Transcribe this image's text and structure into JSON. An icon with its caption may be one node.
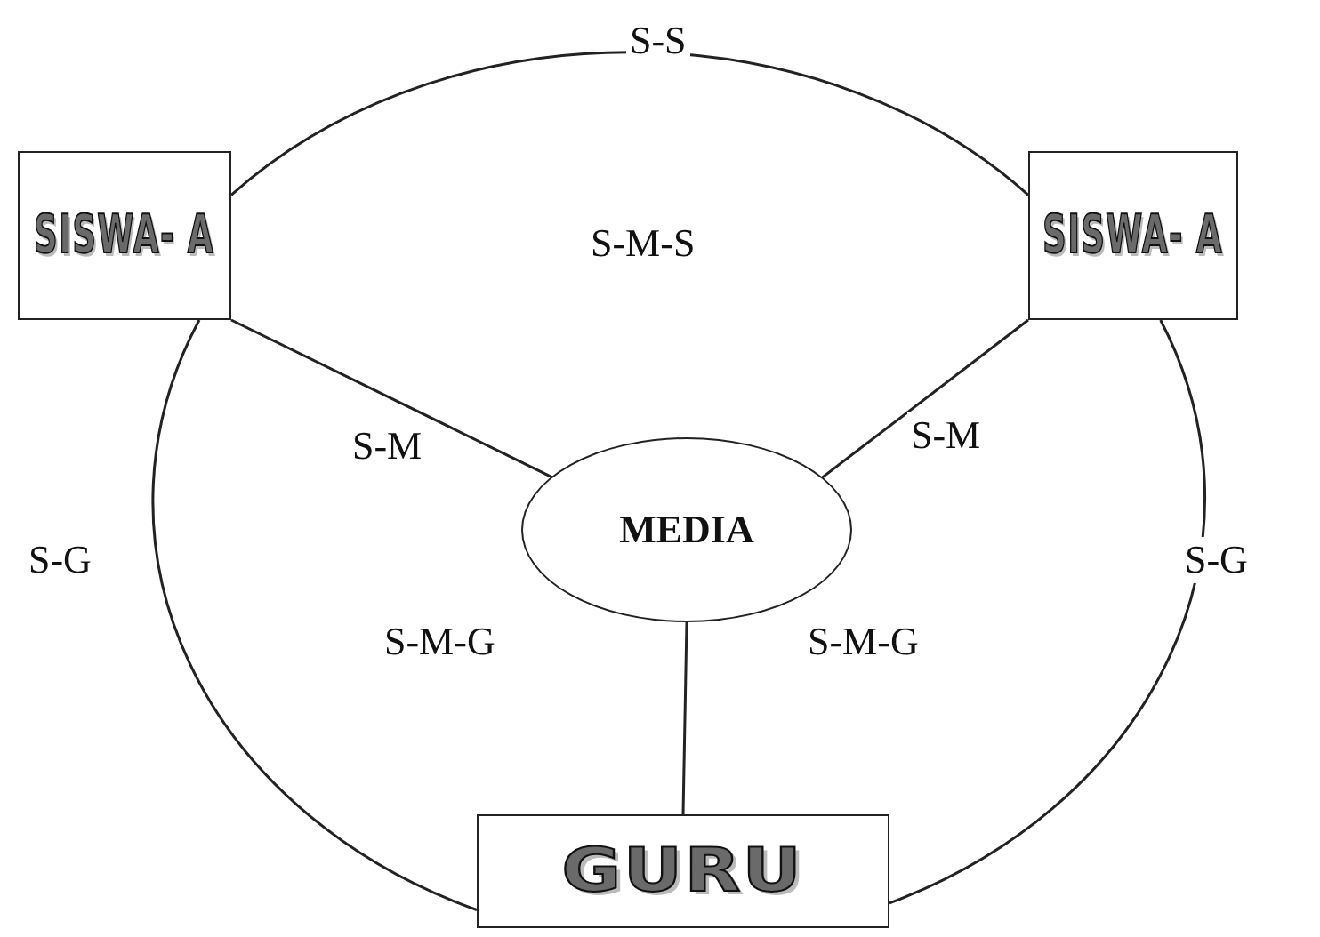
{
  "diagram": {
    "nodes": [
      {
        "text": [
          "SISWA- A"
        ]
      },
      {
        "text": [
          "SISWA- A"
        ]
      },
      {
        "text": [
          "MEDIA"
        ]
      },
      {
        "text": [
          "GURU"
        ]
      }
    ],
    "edges": [
      {
        "from": 0,
        "to": 1,
        "arrow": "none",
        "label": "S-S"
      },
      {
        "from": 0,
        "to": 2,
        "arrow": "none",
        "label": "S-M"
      },
      {
        "from": 1,
        "to": 2,
        "arrow": "none",
        "label": "S-M"
      },
      {
        "from": 0,
        "to": 3,
        "arrow": "none",
        "label": "S-G"
      },
      {
        "from": 1,
        "to": 3,
        "arrow": "none",
        "label": "S-G"
      },
      {
        "from": 2,
        "to": 3,
        "arrow": "none"
      }
    ],
    "labels": [
      "S-M-S",
      "S-M-G",
      "S-M-G"
    ]
  }
}
